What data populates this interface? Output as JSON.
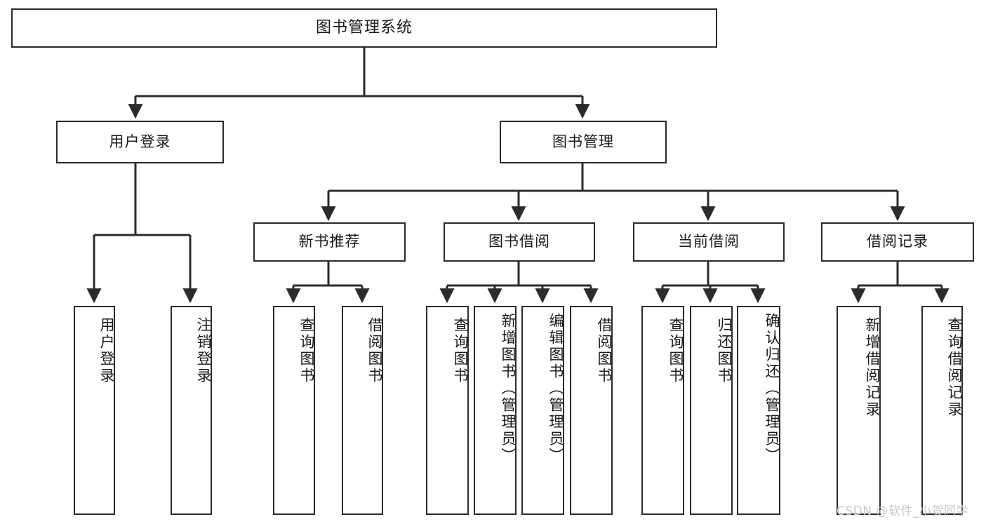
{
  "diagram": {
    "type": "tree",
    "title": "图书管理系统",
    "orientation": "top-down",
    "colors": {
      "box_border": "#2b2b2b",
      "box_fill": "#ffffff",
      "edge": "#2b2b2b",
      "text": "#1a1a1a",
      "watermark": "#c9c9c9"
    }
  },
  "root": {
    "label": "图书管理系统"
  },
  "level1": [
    {
      "label": "用户登录"
    },
    {
      "label": "图书管理"
    }
  ],
  "level2": [
    {
      "label": "新书推荐"
    },
    {
      "label": "图书借阅"
    },
    {
      "label": "当前借阅"
    },
    {
      "label": "借阅记录"
    }
  ],
  "leaves": {
    "user_login": [
      {
        "label": "用户登录"
      },
      {
        "label": "注销登录"
      }
    ],
    "new_book_recommend": [
      {
        "label": "查询图书"
      },
      {
        "label": "借阅图书"
      }
    ],
    "book_borrow": [
      {
        "label": "查询图书"
      },
      {
        "label": "新增图书（管理员）"
      },
      {
        "label": "编辑图书（管理员）"
      },
      {
        "label": "借阅图书"
      }
    ],
    "current_borrow": [
      {
        "label": "查询图书"
      },
      {
        "label": "归还图书"
      },
      {
        "label": "确认归还（管理员）"
      }
    ],
    "borrow_record": [
      {
        "label": "新增借阅记录"
      },
      {
        "label": "查询借阅记录"
      }
    ]
  },
  "watermark": {
    "text": "CSDN @软件_小贺同学"
  }
}
